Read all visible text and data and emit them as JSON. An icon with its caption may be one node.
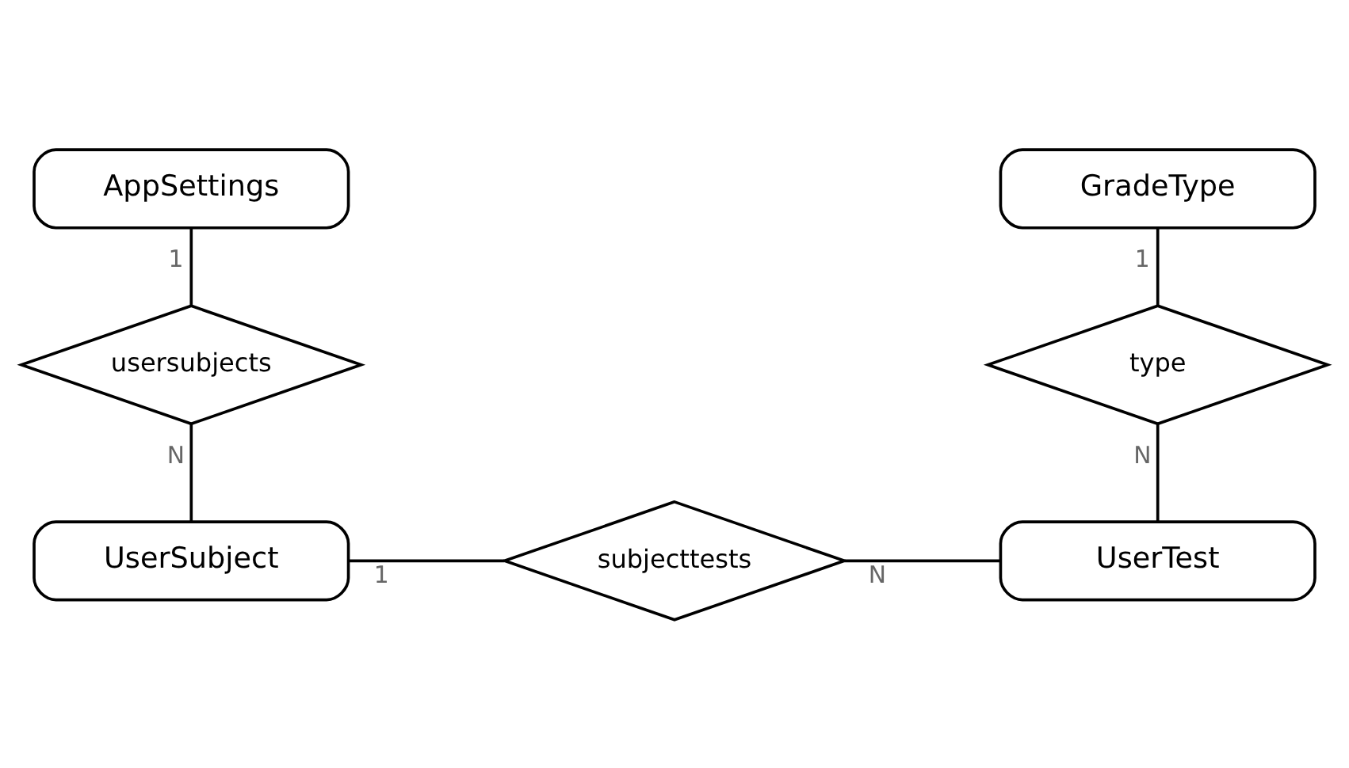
{
  "diagram": {
    "nodes": [
      {
        "text": [
          "AppSettings"
        ]
      },
      {
        "text": [
          "GradeType"
        ]
      },
      {
        "text": [
          "usersubjects"
        ]
      },
      {
        "text": [
          "type"
        ]
      },
      {
        "text": [
          "UserSubject"
        ]
      },
      {
        "text": [
          "subjecttests"
        ]
      },
      {
        "text": [
          "UserTest"
        ]
      }
    ],
    "edges": [
      {
        "from": 0,
        "to": 2,
        "arrow": "none",
        "label": "1"
      },
      {
        "from": 2,
        "to": 4,
        "arrow": "none",
        "label": "N"
      },
      {
        "from": 1,
        "to": 3,
        "arrow": "none",
        "label": "1"
      },
      {
        "from": 3,
        "to": 6,
        "arrow": "none",
        "label": "N"
      },
      {
        "from": 4,
        "to": 5,
        "arrow": "none",
        "label": "1"
      },
      {
        "from": 5,
        "to": 6,
        "arrow": "none",
        "label": "N"
      }
    ]
  }
}
